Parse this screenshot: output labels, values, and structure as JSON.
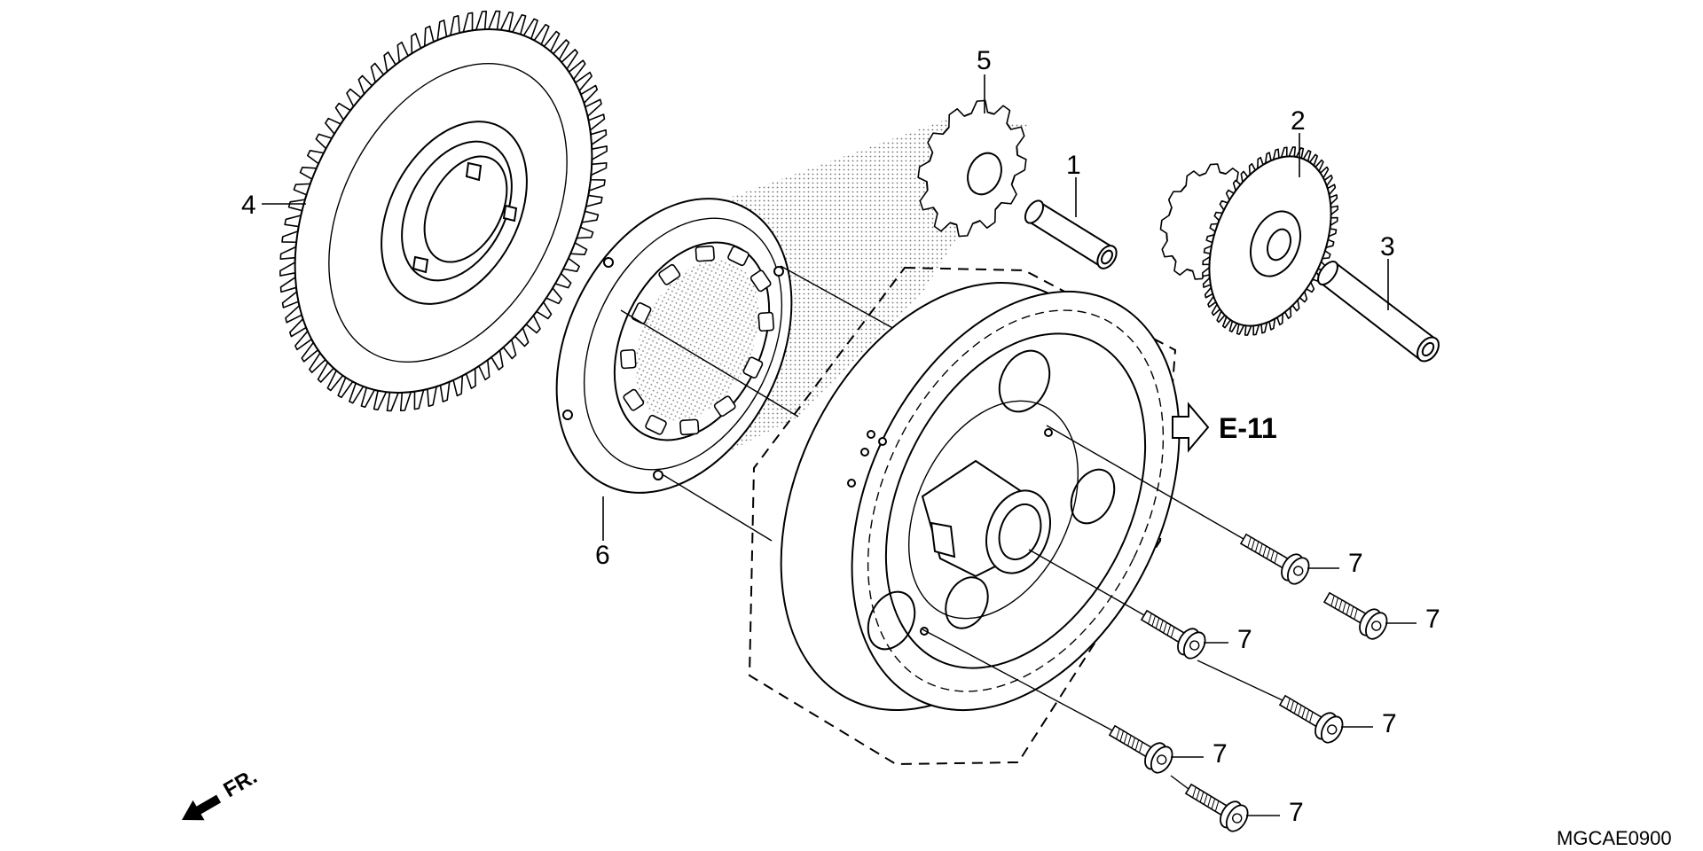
{
  "callouts": [
    "1",
    "2",
    "3",
    "4",
    "5",
    "6",
    "7",
    "7",
    "7",
    "7",
    "7",
    "7"
  ],
  "reference": "E-11",
  "front_label": "FR.",
  "diagram_code": "MGCAE0900",
  "icons": {
    "reference_arrow": "hollow-right-arrow-icon",
    "front_arrow": "front-direction-arrow-icon"
  }
}
